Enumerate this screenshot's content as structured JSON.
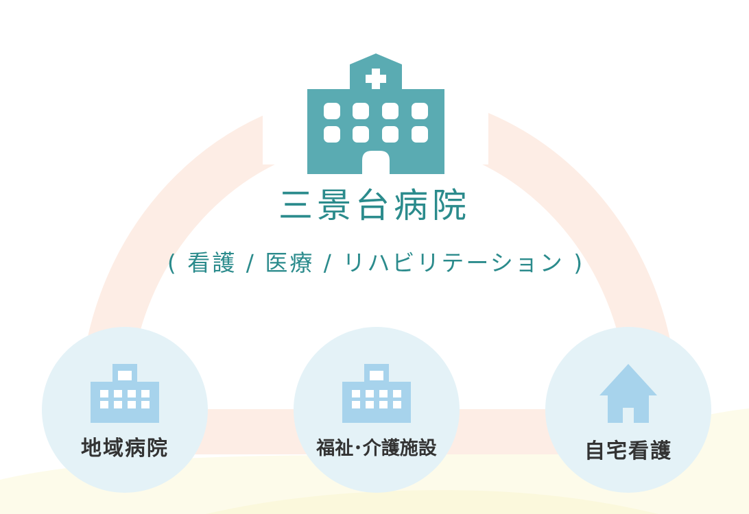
{
  "colors": {
    "arc": "#fdede5",
    "ground": "#fdfbea",
    "ground_hump": "#fbf8dc",
    "node_circle": "#e4f2f7",
    "main_icon": "#5aabb2",
    "node_icon": "#a7d3ec",
    "title_text": "#2b8b8c",
    "node_text": "#333333"
  },
  "center": {
    "icon": "hospital-icon",
    "title": "三景台病院",
    "subtitle": "( 看護 / 医療 / リハビリテーション )"
  },
  "nodes": [
    {
      "label": "地域病院",
      "icon": "building-icon"
    },
    {
      "label": "福祉･介護施設",
      "icon": "building-icon"
    },
    {
      "label": "自宅看護",
      "icon": "house-icon"
    }
  ]
}
